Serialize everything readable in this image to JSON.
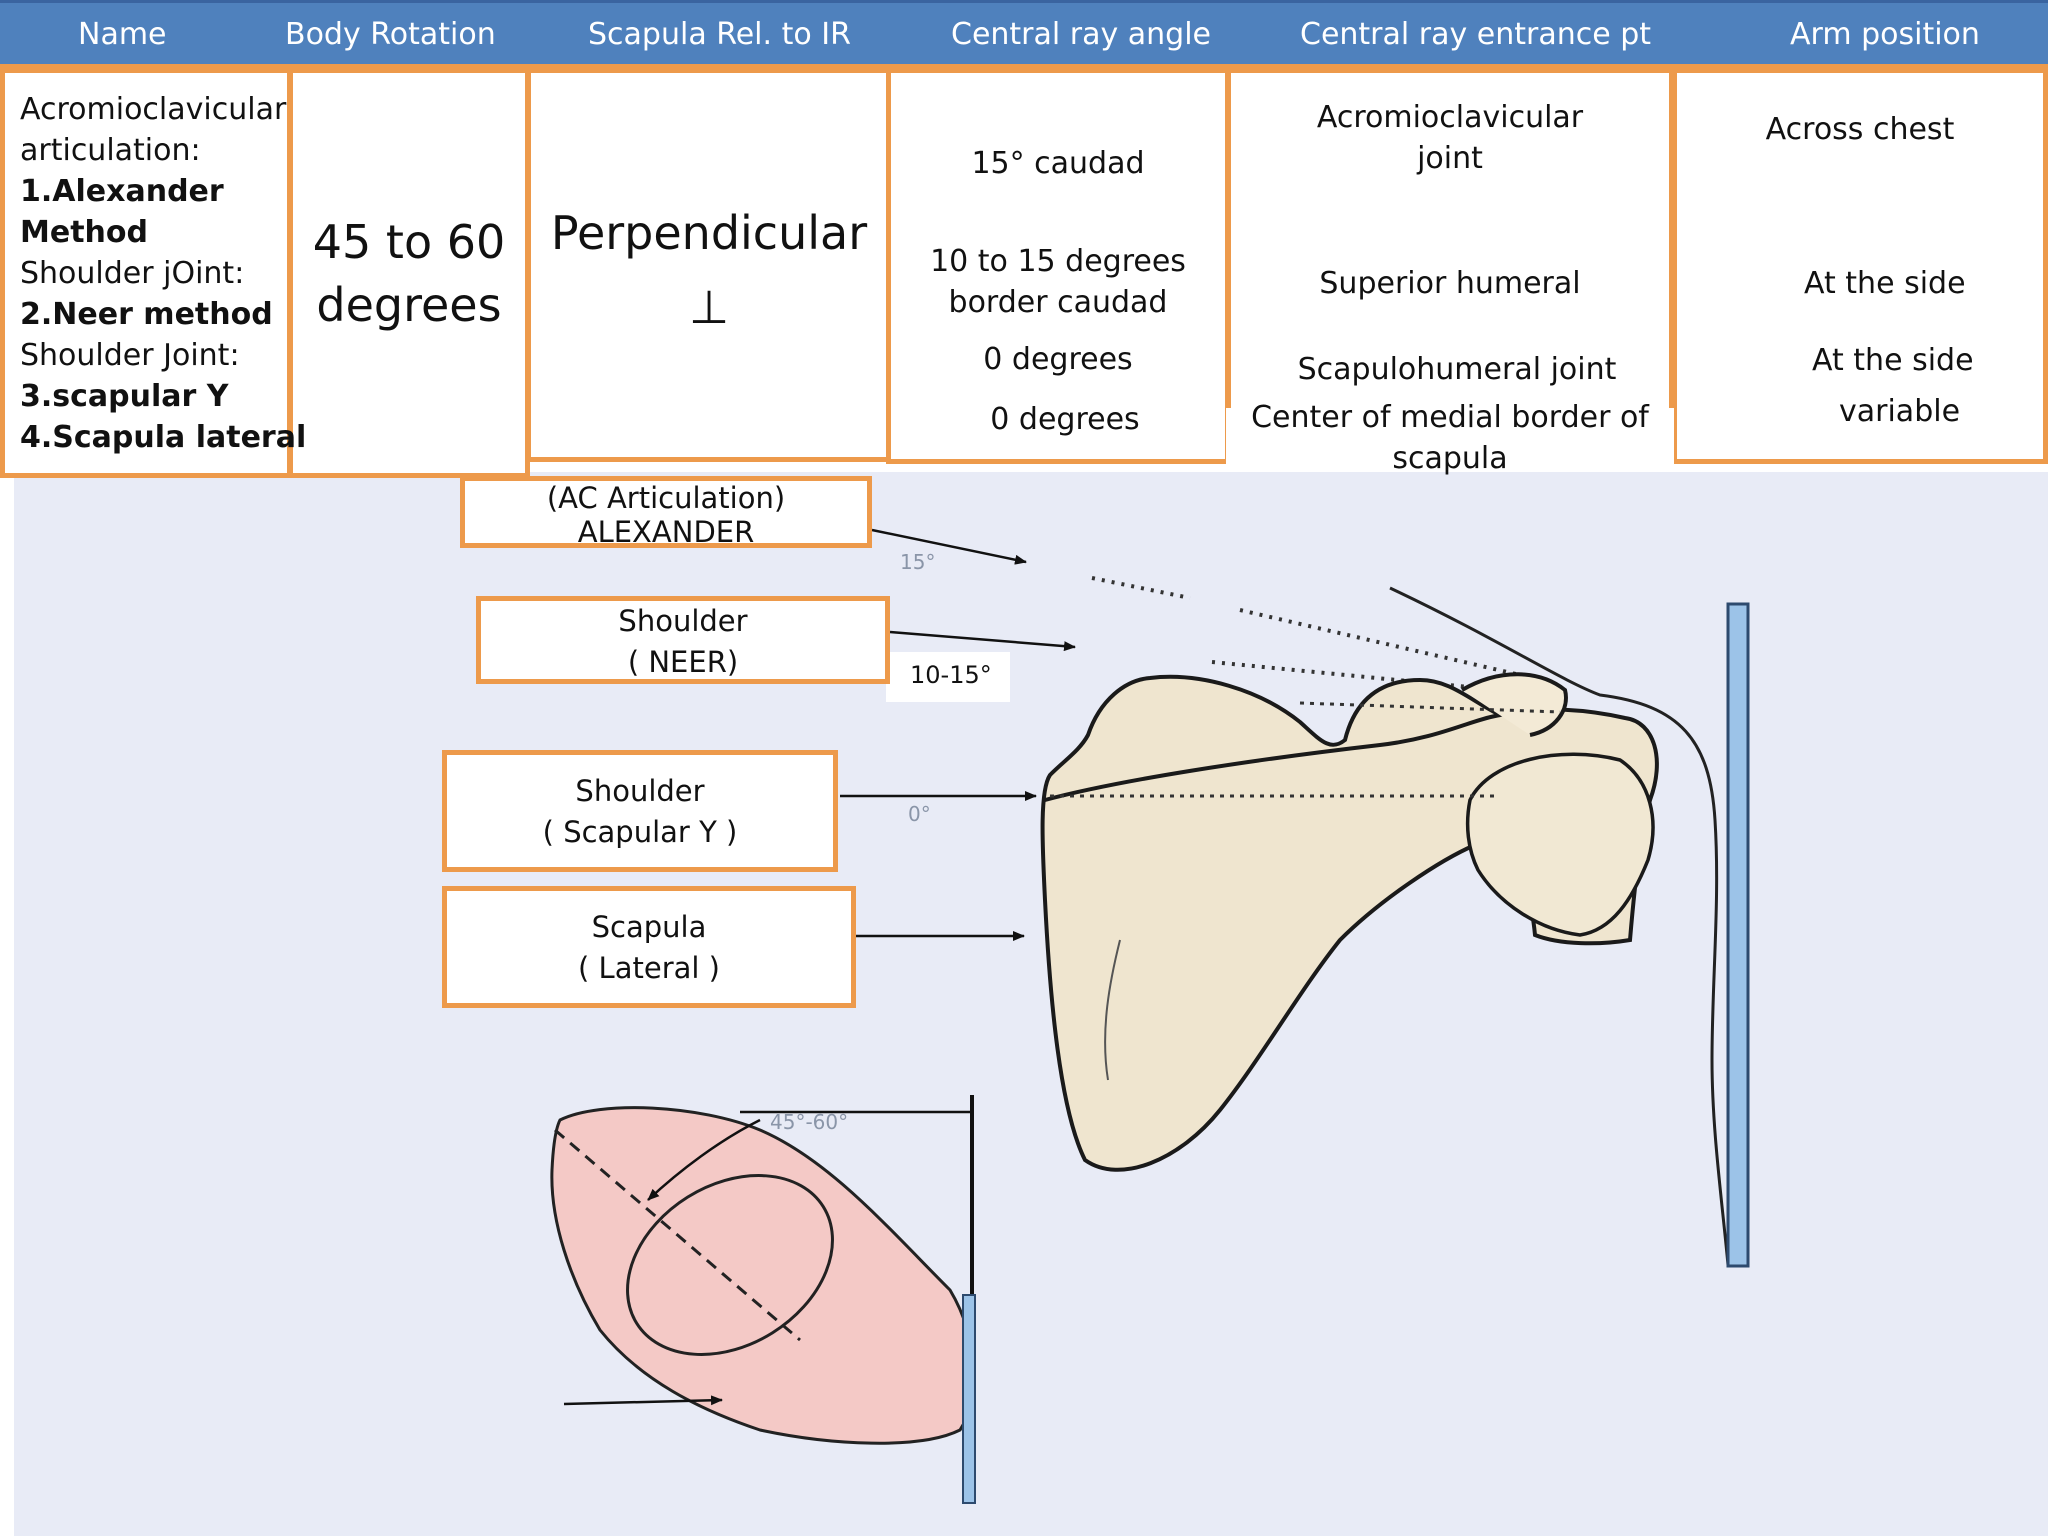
{
  "header": {
    "name": "Name",
    "body_rotation": "Body Rotation",
    "scapula_rel": "Scapula Rel. to IR",
    "ray_angle": "Central ray angle",
    "ray_entrance": "Central ray entrance pt",
    "arm_position": "Arm position"
  },
  "name_cell": {
    "l1": "Acromioclavicular",
    "l2": "articulation:",
    "l3": "1.Alexander",
    "l4": "Method",
    "l5": "Shoulder jOint:",
    "l6": "2.Neer method",
    "l7": "Shoulder Joint:",
    "l8": "3.scapular Y",
    "l9": "4.Scapula lateral"
  },
  "body_rotation": {
    "l1": "45 to 60",
    "l2": "degrees"
  },
  "scapula_rel": {
    "l1": "Perpendicular",
    "l2": "⊥"
  },
  "ray_angle": {
    "a1": "15° caudad",
    "a2a": "10 to 15 degrees",
    "a2b": "border caudad",
    "a3": "0 degrees",
    "a4": "0 degrees"
  },
  "ray_entrance": {
    "e1a": "Acromioclavicular",
    "e1b": "joint",
    "e2": "Superior humeral",
    "e3": "Scapulohumeral joint",
    "e4a": "Center of medial border of",
    "e4b": "scapula"
  },
  "arm_position": {
    "p1": "Across chest",
    "p2": "At the side",
    "p3": "At the side",
    "p4": "variable"
  },
  "labels": {
    "ac_l1": "(AC Articulation)",
    "ac_l2": "ALEXANDER",
    "neer_l1": "Shoulder",
    "neer_l2": "( NEER)",
    "y_l1": "Shoulder",
    "y_l2": "( Scapular Y )",
    "lat_l1": "Scapula",
    "lat_l2": "( Lateral )"
  },
  "angle_marks": {
    "a15": "15°",
    "a1015": "10-15°",
    "a0": "0°",
    "a4560": "45°-60°"
  },
  "colors": {
    "header_blue": "#4f81bd",
    "border_orange": "#ed9a4b",
    "diagram_bg": "#e8ebf6",
    "bone": "#efe5cf",
    "torso_pink": "#f4c9c6",
    "ir_blue": "#9cc3e8"
  }
}
